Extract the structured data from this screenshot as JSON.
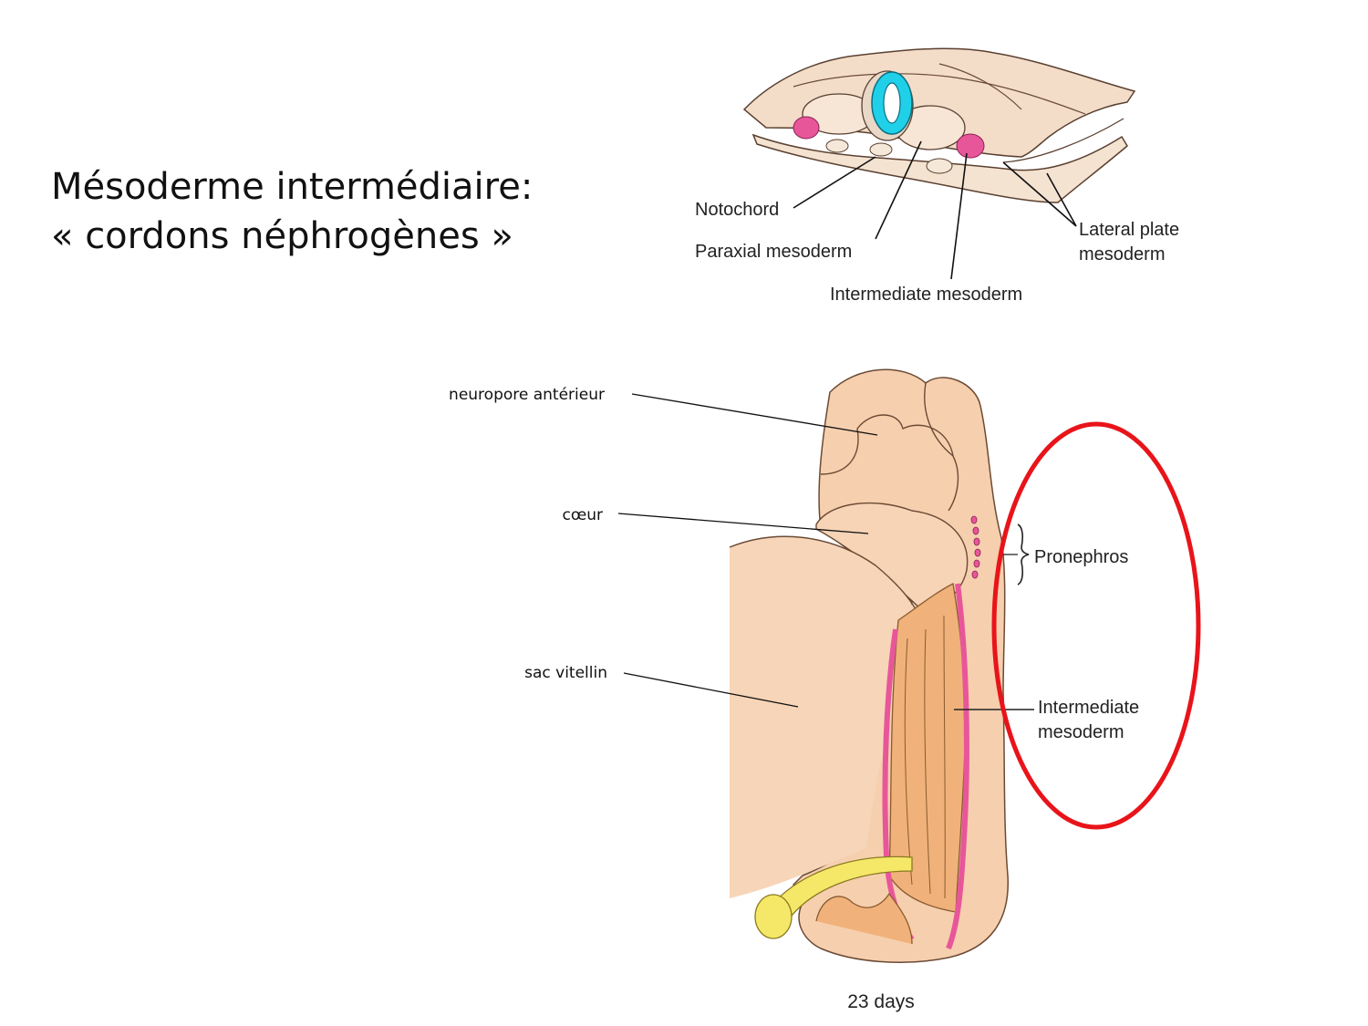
{
  "title": {
    "line1": "Mésoderme intermédiaire:",
    "line2": "« cordons néphrogènes »"
  },
  "cross_section": {
    "labels": {
      "notochord": "Notochord",
      "paraxial": "Paraxial mesoderm",
      "intermediate": "Intermediate mesoderm",
      "lateral_line1": "Lateral plate",
      "lateral_line2": "mesoderm"
    }
  },
  "embryo": {
    "labels": {
      "neuropore": "neuropore antérieur",
      "coeur": "cœur",
      "sac": "sac vitellin",
      "pronephros": "Pronephros",
      "intermediate_line1": "Intermediate",
      "intermediate_line2": "mesoderm",
      "caption": "23 days"
    },
    "highlight_color": "#e8141a"
  },
  "colors": {
    "notochord": "#20d0e8",
    "intermediate_mesoderm": "#e8569a",
    "tissue": "#f6cfae",
    "somite": "#f0b27a",
    "yolk_duct": "#f5e868"
  }
}
